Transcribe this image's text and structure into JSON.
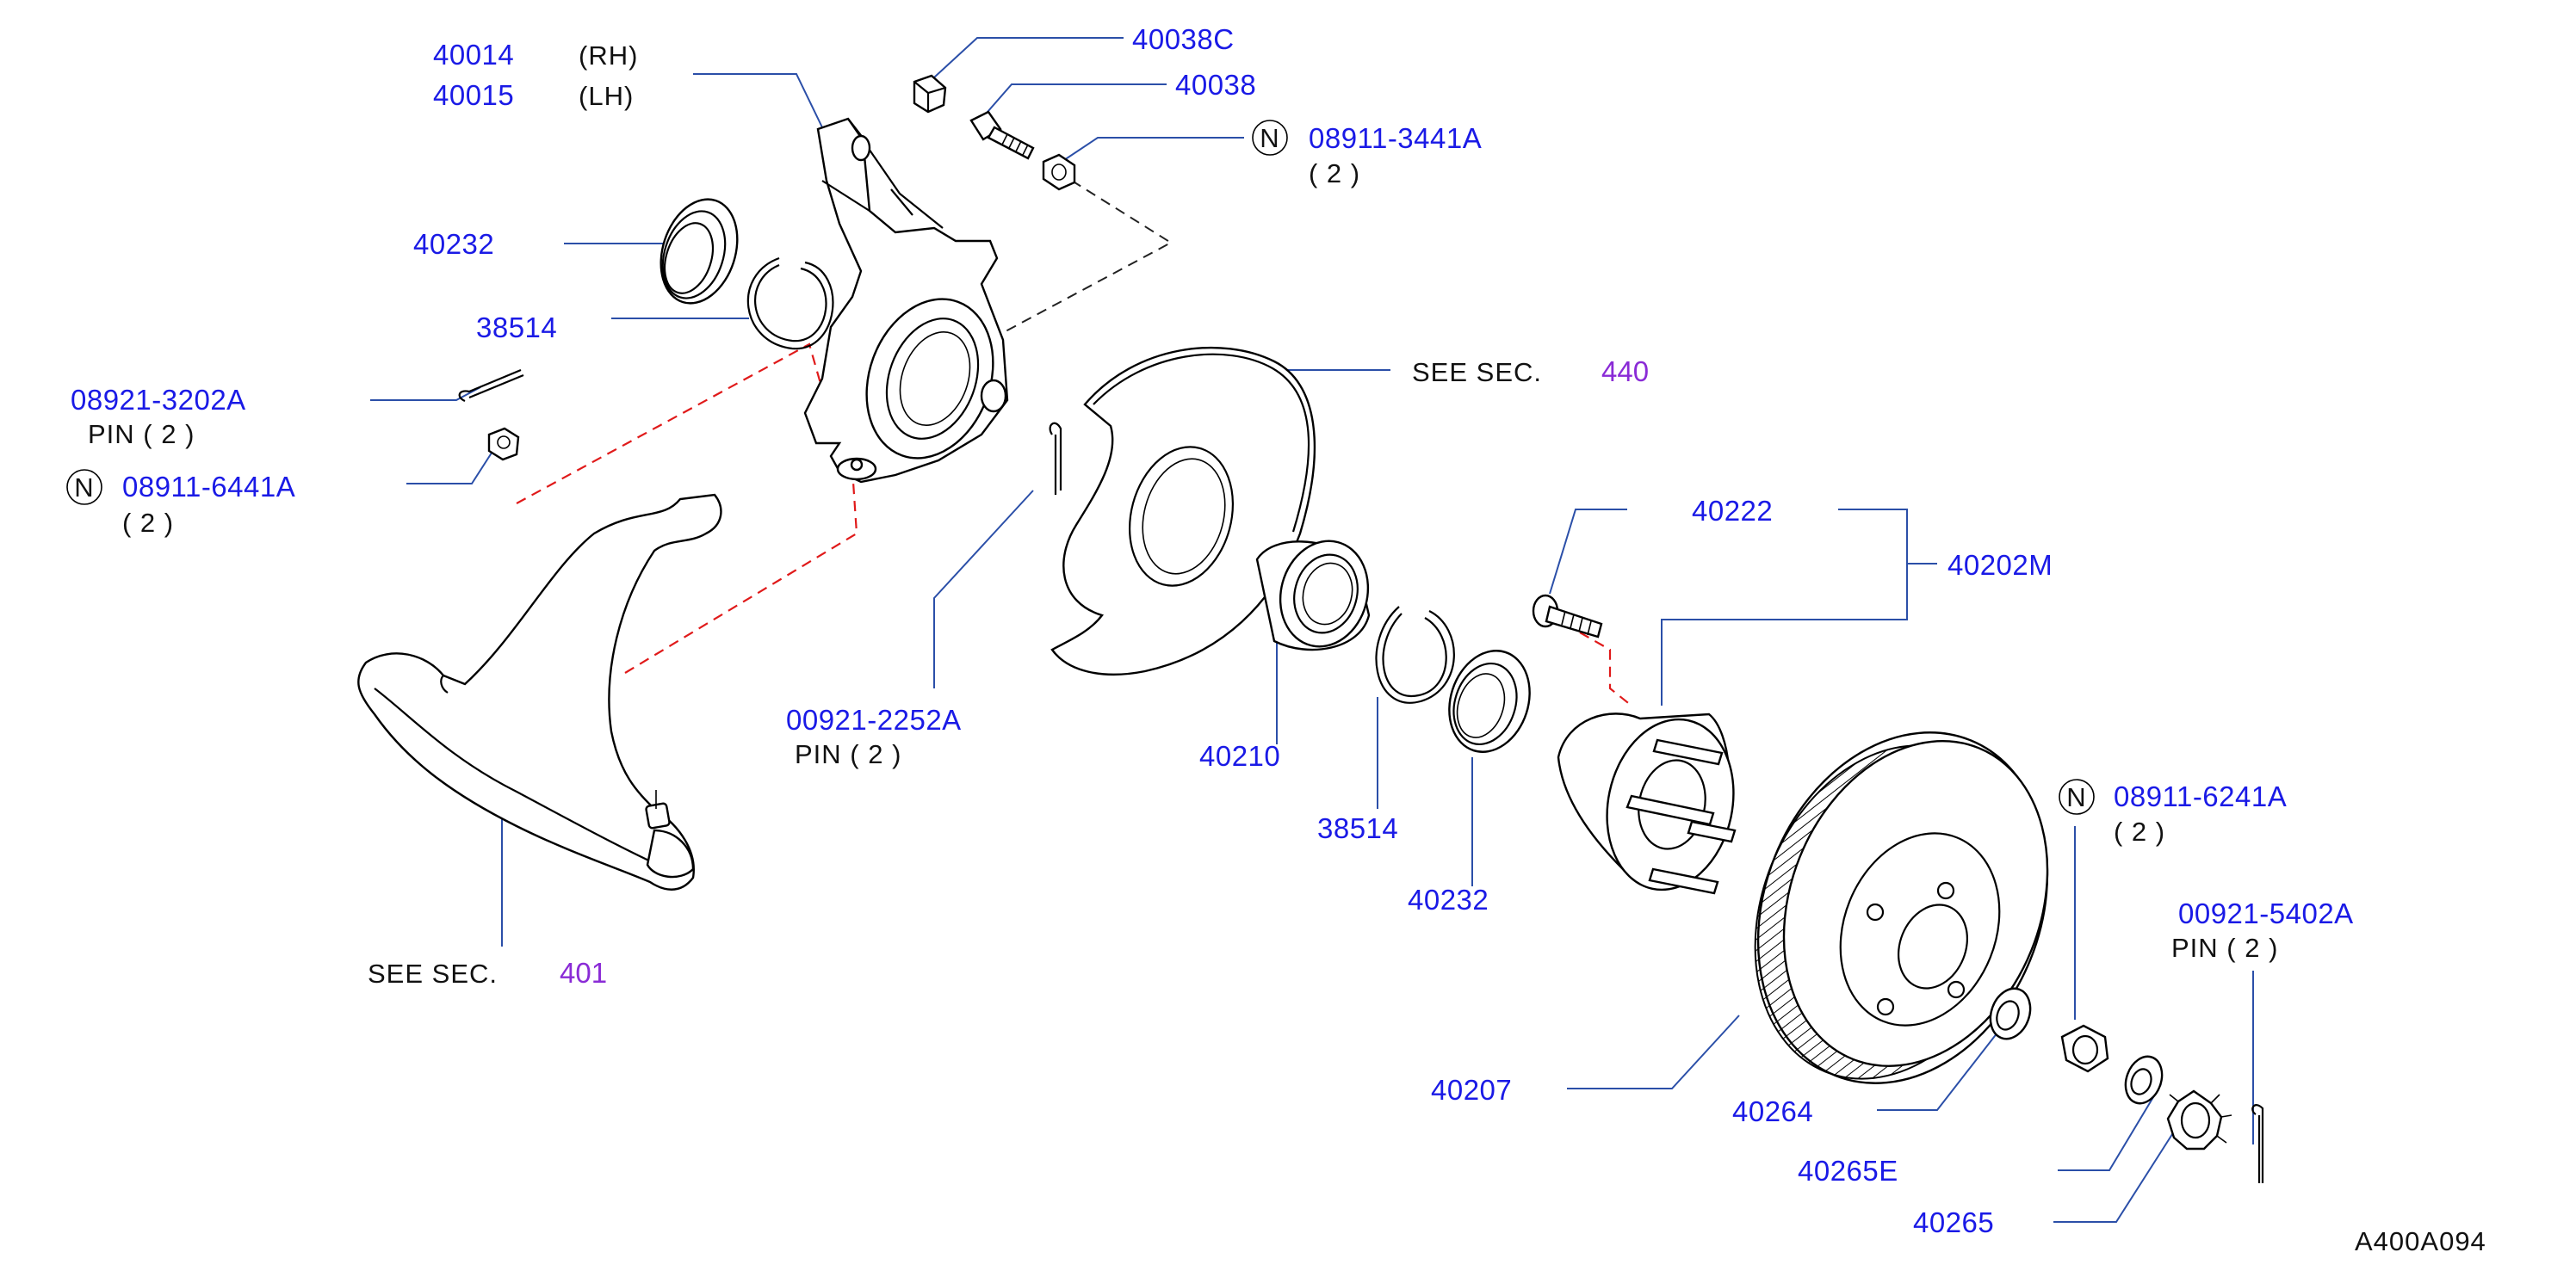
{
  "colors": {
    "label": "#1a1ae6",
    "plain": "#111111",
    "section_ref": "#8a2bd6",
    "leader": "#2b4fa8",
    "hidden_line": "#e01a1a"
  },
  "callouts": {
    "knuckle_rh": {
      "part_no": "40014",
      "side": "(RH)"
    },
    "knuckle_lh": {
      "part_no": "40015",
      "side": "(LH)"
    },
    "nut_40038c": "40038C",
    "bolt_40038": "40038",
    "nut_3441": {
      "marker": "N",
      "part_no": "08911-3441A",
      "qty": "( 2 )"
    },
    "seal_40232_top": "40232",
    "snap_ring_38514_top": "38514",
    "pin_3202": {
      "part_no": "08921-3202A",
      "desc": "PIN ( 2 )"
    },
    "nut_6441": {
      "marker": "N",
      "part_no": "08911-6441A",
      "qty": "( 2 )"
    },
    "baffle_ref": {
      "text": "SEE SEC.",
      "section": "440"
    },
    "pin_2252": {
      "part_no": "00921-2252A",
      "desc": "PIN ( 2 )"
    },
    "lower_arm_ref": {
      "text": "SEE SEC.",
      "section": "401"
    },
    "bearing_40210": "40210",
    "snap_ring_38514_bottom": "38514",
    "seal_40232_bottom": "40232",
    "hub_bolt_40222": "40222",
    "hub_assy_40202m": "40202M",
    "nut_6241": {
      "marker": "N",
      "part_no": "08911-6241A",
      "qty": "( 2 )"
    },
    "pin_5402": {
      "part_no": "00921-5402A",
      "desc": "PIN ( 2 )"
    },
    "rotor_40207": "40207",
    "washer_40264": "40264",
    "washer_40265e": "40265E",
    "cap_40265": "40265"
  },
  "diagram_code": "A400A094"
}
